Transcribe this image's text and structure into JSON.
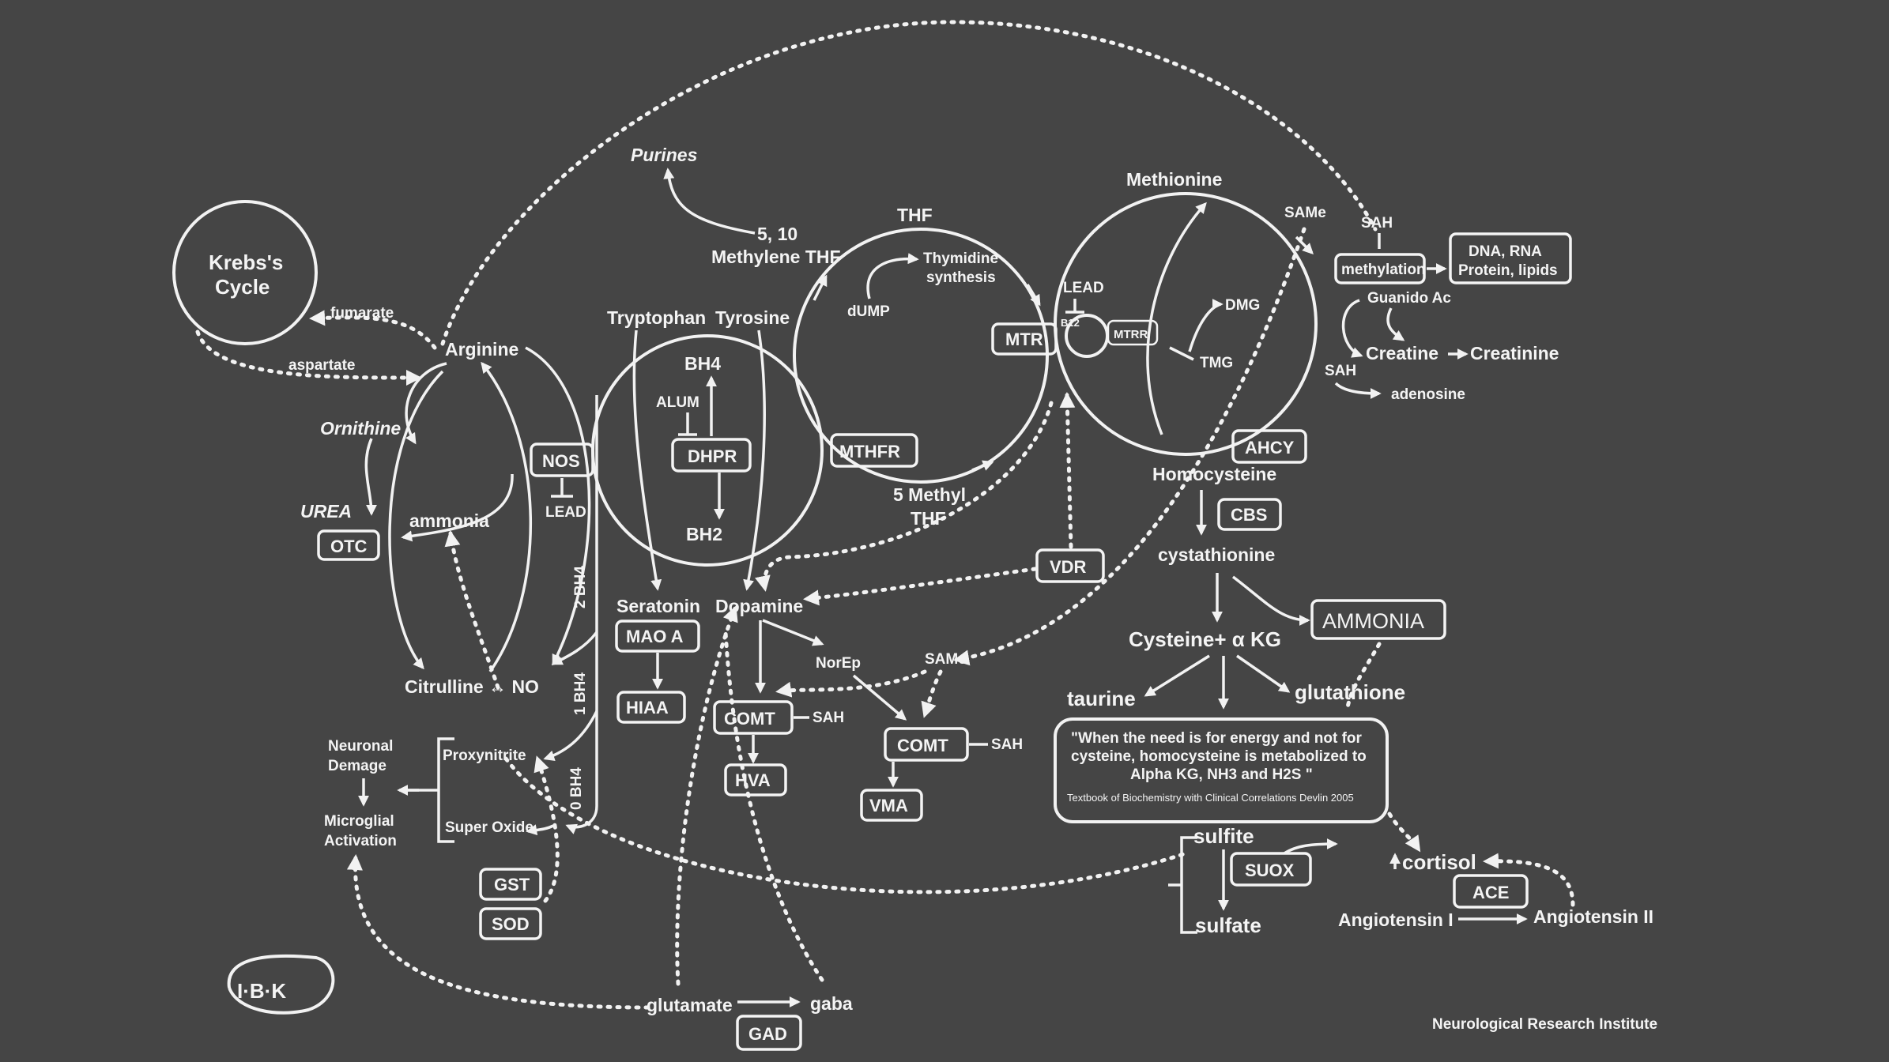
{
  "colors": {
    "background": "#454545",
    "ink": "#f4f4f4"
  },
  "icons": {
    "logo": "ibk-logo-icon"
  },
  "labels": {
    "krebs": [
      "Krebs's",
      "Cycle"
    ],
    "fumarate": "fumarate",
    "aspartate": "aspartate",
    "arginine": "Arginine",
    "ornithine": "Ornithine",
    "urea": "UREA",
    "ammonia_small": "ammonia",
    "lead_nos": "LEAD",
    "citrulline_no": "Citrulline ↔ NO",
    "bh4_2": "2 BH4",
    "bh4_1": "1 BH4",
    "bh4_0": "0 BH4",
    "neuronal_damage": [
      "Neuronal",
      "Demage"
    ],
    "microglial": [
      "Microglial",
      "Activation"
    ],
    "proxynitrite": "Proxynitrite",
    "super_oxide": "Super Oxide",
    "purines": "Purines",
    "methylene_thf": [
      "5, 10",
      "Methylene THF"
    ],
    "thf": "THF",
    "thymidine": [
      "Thymidine",
      "synthesis"
    ],
    "dump": "dUMP",
    "tryptophan": "Tryptophan",
    "tyrosine": "Tyrosine",
    "bh4": "BH4",
    "alum": "ALUM",
    "bh2": "BH2",
    "methyl_thf": [
      "5 Methyl",
      "THF"
    ],
    "seratonin": "Seratonin",
    "dopamine": "Dopamine",
    "norep": "NorEp",
    "same_mid": "SAMe",
    "sah_comt1": "SAH",
    "sah_comt2": "SAH",
    "methionine": "Methionine",
    "same_top": "SAMe",
    "sah_top": "SAH",
    "lead_mtr": "LEAD",
    "b12": "B12",
    "dmg": "DMG",
    "tmg": "TMG",
    "guanido": "Guanido Ac",
    "creatine": "Creatine",
    "creatinine": "Creatinine",
    "sah_right": "SAH",
    "adenosine": "adenosine",
    "homocysteine": "Homocysteine",
    "cystathionine": "cystathionine",
    "cysteine": "Cysteine+ α KG",
    "taurine": "taurine",
    "glutathione": "glutathione",
    "quote": [
      "\"When the need is for energy and not for",
      "cysteine, homocysteine is metabolized to",
      "Alpha KG, NH3 and H2S \""
    ],
    "citation": "Textbook of Biochemistry with Clinical Correlations Devlin 2005",
    "sulfite": "sulfite",
    "sulfate": "sulfate",
    "cortisol": "cortisol",
    "angiotensin1": "Angiotensin I",
    "angiotensin2": "Angiotensin II",
    "glutamate": "glutamate",
    "gaba": "gaba",
    "logo": "I·B·K",
    "institute": "Neurological Research Institute"
  },
  "enzymes": {
    "otc": "OTC",
    "nos": "NOS",
    "dhpr": "DHPR",
    "mthfr": "MTHFR",
    "mtr": "MTR",
    "mtrr": "MTRR",
    "mao": "MAO A",
    "hiaa": "HIAA",
    "comt1": "COMT",
    "hva": "HVA",
    "comt2": "COMT",
    "vma": "VMA",
    "vdr": "VDR",
    "methylation": "methylation",
    "dna": [
      "DNA, RNA",
      "Protein, lipids"
    ],
    "ahcy": "AHCY",
    "cbs": "CBS",
    "ammonia": "AMMONIA",
    "suox": "SUOX",
    "ace": "ACE",
    "gst": "GST",
    "sod": "SOD",
    "gad": "GAD"
  }
}
